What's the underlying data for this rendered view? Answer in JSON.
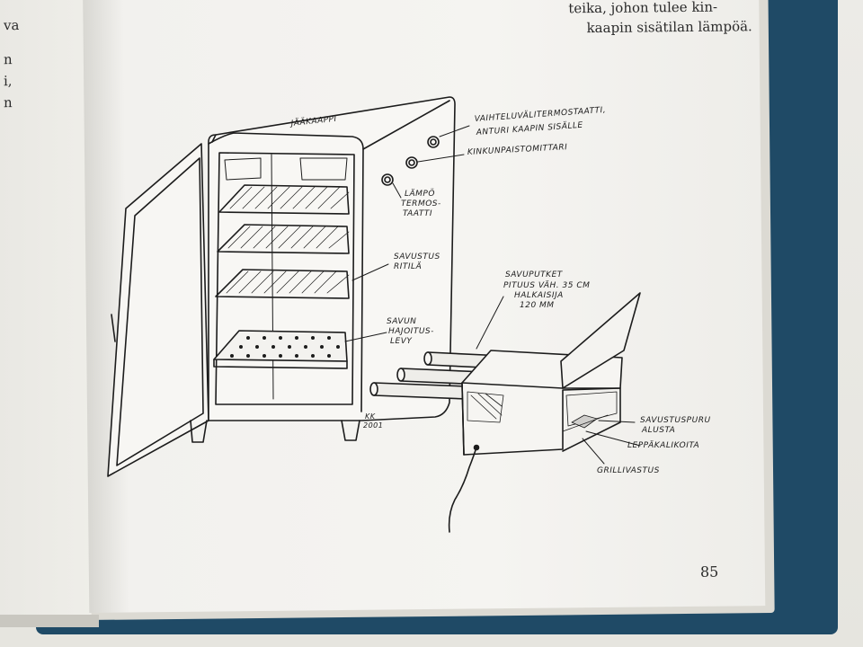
{
  "left_page": {
    "lines": [
      "va",
      "n",
      "i,",
      "n"
    ]
  },
  "right_page": {
    "text_lines": [
      "teika, johon tulee kin-",
      "kaapin sisätilan lämpöä."
    ],
    "page_number": "85"
  },
  "diagram": {
    "labels": {
      "fridge": "JÄÄKAAPPI",
      "thermostat": "VAIHTELUVÄLITERMOSTAATTI,",
      "thermostat_2": "ANTURI KAAPIN SISÄLLE",
      "ham_meter": "KINKUNPAISTOMITTARI",
      "heat_thermostat_1": "LÄMPÖ",
      "heat_thermostat_2": "TERMOS-",
      "heat_thermostat_3": "TAATTI",
      "smoking_rack_1": "SAVUSTUS",
      "smoking_rack_2": "RITILÄ",
      "diffuser_1": "SAVUN",
      "diffuser_2": "HAJOITUS-",
      "diffuser_3": "LEVY",
      "pipes_1": "SAVUPUTKET",
      "pipes_2": "PITUUS VÄH. 35 CM",
      "pipes_3": "HALKAISIJA",
      "pipes_4": "120 MM",
      "sawdust_1": "SAVUSTUSPURU",
      "sawdust_2": "ALUSTA",
      "alder": "LEPPÄKALIKOITA",
      "grill": "GRILLIVASTUS",
      "signature_1": "KK",
      "signature_2": "2001"
    }
  }
}
